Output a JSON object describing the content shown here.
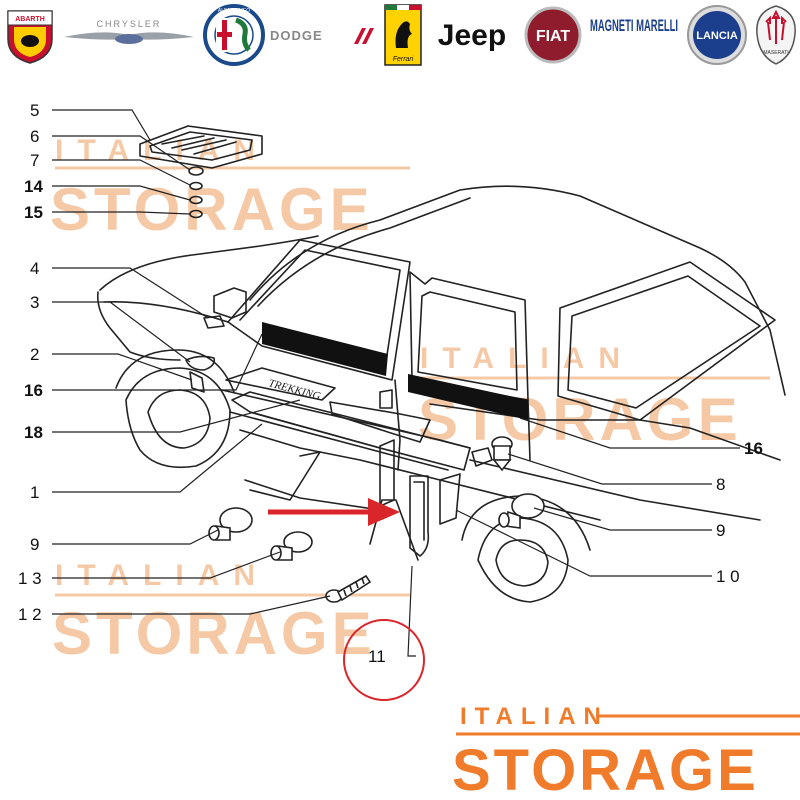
{
  "brands": [
    {
      "name": "ABARTH",
      "icon": "abarth-logo"
    },
    {
      "name": "CHRYSLER",
      "icon": "chrysler-logo"
    },
    {
      "name": "ALFA ROMEO",
      "icon": "alfa-romeo-logo"
    },
    {
      "name": "DODGE",
      "icon": "dodge-logo"
    },
    {
      "name": "Ferrari",
      "icon": "ferrari-logo"
    },
    {
      "name": "Jeep",
      "icon": "jeep-logo"
    },
    {
      "name": "FIAT",
      "icon": "fiat-logo"
    },
    {
      "name": "MAGNETI MARELLI",
      "icon": "magneti-marelli-logo"
    },
    {
      "name": "LANCIA",
      "icon": "lancia-logo"
    },
    {
      "name": "MASERATI",
      "icon": "maserati-logo"
    }
  ],
  "diagram": {
    "callouts_left": [
      "5",
      "6",
      "7",
      "14",
      "15",
      "4",
      "3",
      "2",
      "16",
      "18",
      "1",
      "9",
      "1 3",
      "1 2"
    ],
    "callouts_right": [
      "16",
      "8",
      "9",
      "1 0"
    ],
    "highlighted_callout": "11",
    "badge_text": "TREKKING",
    "highlight_color": "#d8262a"
  },
  "watermark": {
    "line1": "ITALIAN",
    "line2": "STORAGE"
  },
  "logo": {
    "line1": "ITALIAN",
    "line2": "STORAGE",
    "color": "#f07b2a"
  }
}
